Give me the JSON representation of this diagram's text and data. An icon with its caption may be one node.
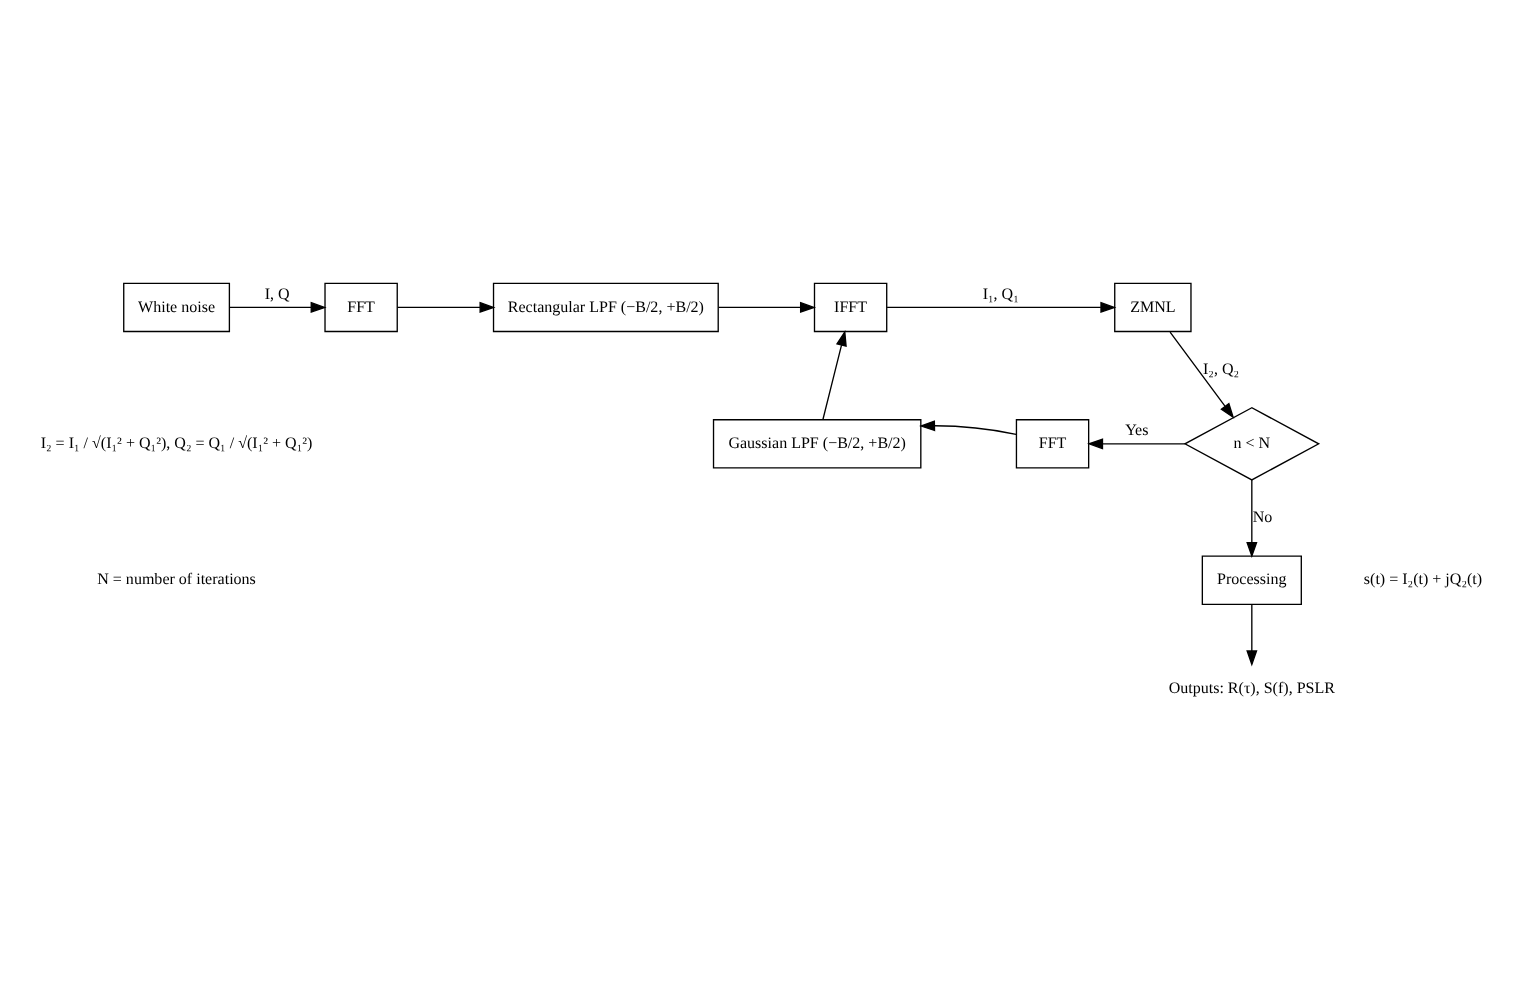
{
  "diagram": {
    "nodes": [
      {
        "text": [
          "White noise"
        ]
      },
      {
        "text": [
          "FFT"
        ]
      },
      {
        "text": [
          "Rectangular LPF (−B/2, +B/2)"
        ]
      },
      {
        "text": [
          "IFFT"
        ]
      },
      {
        "text": [
          "ZMNL"
        ]
      },
      {
        "text": [
          "n < N"
        ]
      },
      {
        "text": [
          "FFT"
        ]
      },
      {
        "text": [
          "Gaussian LPF (−B/2, +B/2)"
        ]
      },
      {
        "text": [
          "Processing"
        ]
      },
      {
        "text": [
          "Outputs: R(τ), S(f), PSLR"
        ]
      }
    ],
    "edges": [
      {
        "from": 0,
        "to": 1,
        "arrow": "to",
        "label": "I, Q"
      },
      {
        "from": 1,
        "to": 2,
        "arrow": "to"
      },
      {
        "from": 2,
        "to": 3,
        "arrow": "to"
      },
      {
        "from": 3,
        "to": 4,
        "arrow": "to",
        "label": "I₁, Q₁"
      },
      {
        "from": 4,
        "to": 5,
        "arrow": "to",
        "label": "I₂, Q₂"
      },
      {
        "from": 5,
        "to": 6,
        "arrow": "to",
        "label": "Yes"
      },
      {
        "from": 6,
        "to": 7,
        "arrow": "to"
      },
      {
        "from": 7,
        "to": 3,
        "arrow": "to"
      },
      {
        "from": 5,
        "to": 8,
        "arrow": "to",
        "label": "No"
      },
      {
        "from": 8,
        "to": 9,
        "arrow": "to"
      }
    ],
    "labels": [
      "I₂ = I₁ / √(I₁² + Q₁²), Q₂ = Q₁ / √(I₁² + Q₁²)",
      "N = number of iterations",
      "s(t) = I₂(t) + jQ₂(t)"
    ]
  }
}
